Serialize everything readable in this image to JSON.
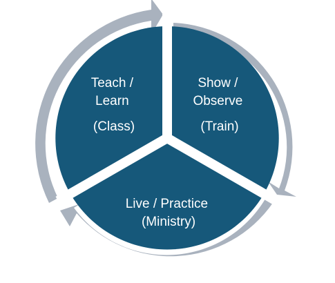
{
  "colors": {
    "segment": "#16587a",
    "arrow": "#a9b2be",
    "divider": "#ffffff",
    "text": "#ffffff"
  },
  "segments": [
    {
      "lines": [
        "Teach /",
        "Learn",
        "(Class)"
      ]
    },
    {
      "lines": [
        "Show /",
        "Observe",
        "(Train)"
      ]
    },
    {
      "lines": [
        "Live / Practice",
        "(Ministry)"
      ]
    }
  ]
}
